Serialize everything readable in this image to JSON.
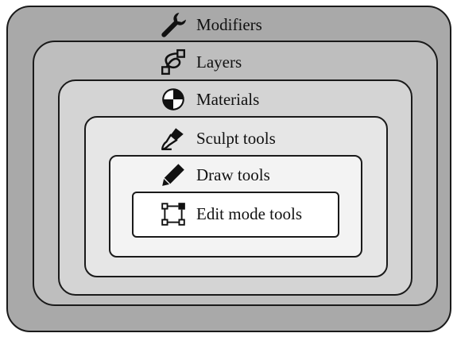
{
  "diagram": {
    "layers": [
      {
        "id": "modifiers",
        "label": "Modifiers",
        "icon": "wrench-icon",
        "fill": "#a9a9a9"
      },
      {
        "id": "layers",
        "label": "Layers",
        "icon": "curve-path-icon",
        "fill": "#bebebe"
      },
      {
        "id": "materials",
        "label": "Materials",
        "icon": "material-sphere-icon",
        "fill": "#d4d4d4"
      },
      {
        "id": "sculpt",
        "label": "Sculpt tools",
        "icon": "sculpt-brush-icon",
        "fill": "#e6e6e6"
      },
      {
        "id": "draw",
        "label": "Draw tools",
        "icon": "pencil-icon",
        "fill": "#f3f3f3"
      },
      {
        "id": "edit",
        "label": "Edit mode tools",
        "icon": "edit-mode-icon",
        "fill": "#ffffff"
      }
    ]
  }
}
